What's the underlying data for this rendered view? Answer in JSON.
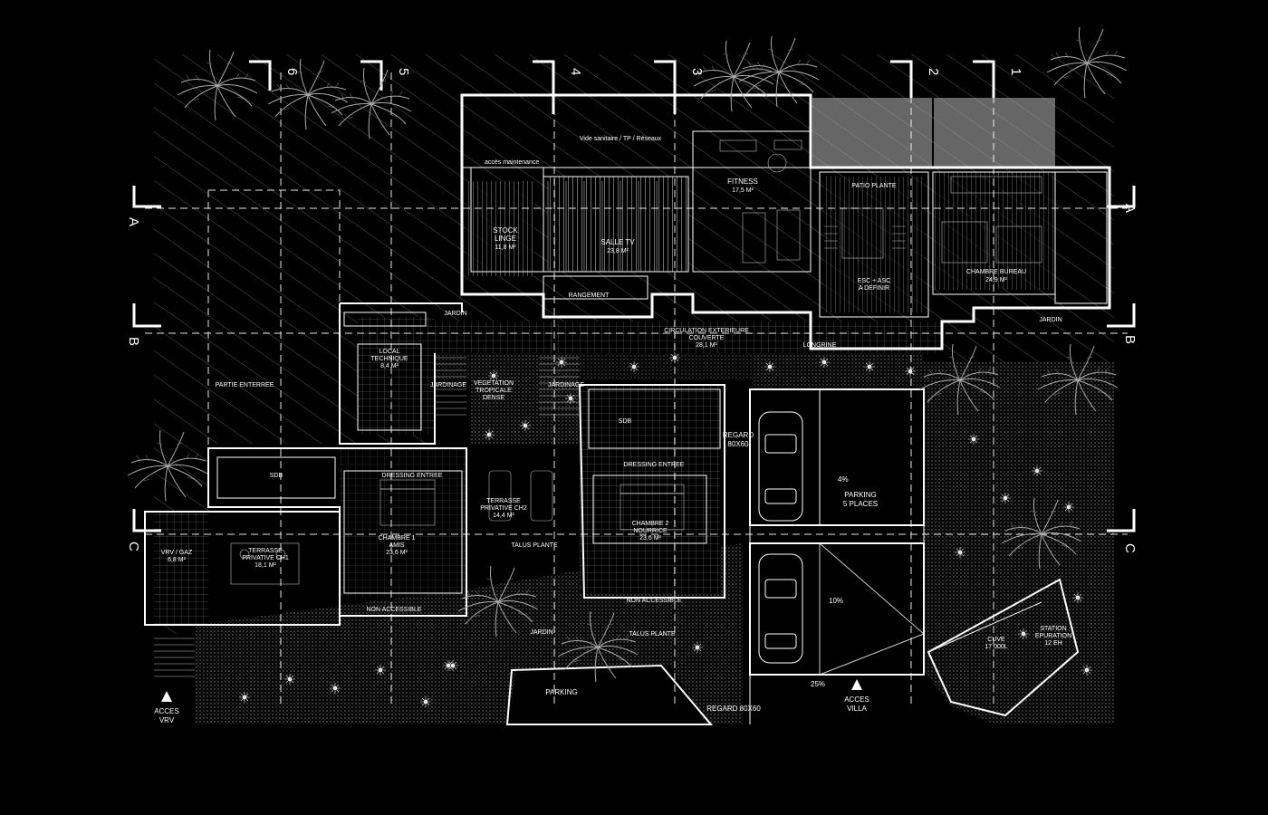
{
  "axes": {
    "vertical": [
      "6",
      "5",
      "4",
      "3",
      "2",
      "1"
    ],
    "sections": [
      "A",
      "B",
      "C"
    ]
  },
  "rooms": {
    "stock": [
      "STOCK",
      "LINGE",
      "11,8 M²"
    ],
    "salle_tv": [
      "SALLE TV",
      "23,8 M²"
    ],
    "fitness": [
      "FITNESS",
      "17,5 M²"
    ],
    "patio": [
      "PATIO PLANTE"
    ],
    "esc": [
      "ESC + ASC",
      "A DEFINIR"
    ],
    "chambre_bureau": [
      "CHAMBRE BUREAU",
      "24,9 M²"
    ],
    "local_technique": [
      "LOCAL",
      "TECHNIQUE",
      "8,4 M²"
    ],
    "circulation": [
      "CIRCULATION EXTERIEURE",
      "COUVERTE",
      "28,1 M²"
    ],
    "vegetation": [
      "VEGETATION",
      "TROPICALE",
      "DENSE"
    ],
    "terrasse_ch2": [
      "TERRASSE",
      "PRIVATIVE CH2",
      "14,4 M²"
    ],
    "chambre1": [
      "CHAMBRE 1",
      "AMIS",
      "23,6 M²"
    ],
    "chambre2": [
      "CHAMBRE 2",
      "NOURRICE",
      "23,6 M²"
    ],
    "terrasse_ch1": [
      "TERRASSE",
      "PRIVATIVE CH1",
      "18,1 M²"
    ],
    "parking5": [
      "PARKING",
      "5 PLACES"
    ],
    "station": [
      "STATION",
      "EPURATION",
      "12 EH"
    ],
    "cuve": [
      "CUVE",
      "17 000L"
    ]
  },
  "labels": {
    "vide_sanitaire": "Vide sanitaire / TP / Réseaux",
    "acces_maintenance": "accès maintenance",
    "rangement": "RANGEMENT",
    "partie_enterree": "PARTIE ENTERREE",
    "jardin": "JARDIN",
    "jardinage": "JARDINAGE",
    "dressing_entree": "DRESSING ENTREE",
    "sdb": "SDB",
    "regard1": "REGARD",
    "regard1_dim": "80X60",
    "regard2": "REGARD 80X60",
    "slope1": "4%",
    "slope2": "10%",
    "slope3": "25%",
    "non_accessible": "NON ACCESSIBLE",
    "talus_plante": "TALUS PLANTE",
    "parking": "PARKING",
    "acces_villa": [
      "ACCES",
      "VILLA"
    ],
    "acces_vrv": [
      "ACCES",
      "VRV"
    ],
    "vrv_gaz": [
      "VRV / GAZ",
      "6,8 M²"
    ],
    "longrine": "LONGRINE"
  }
}
